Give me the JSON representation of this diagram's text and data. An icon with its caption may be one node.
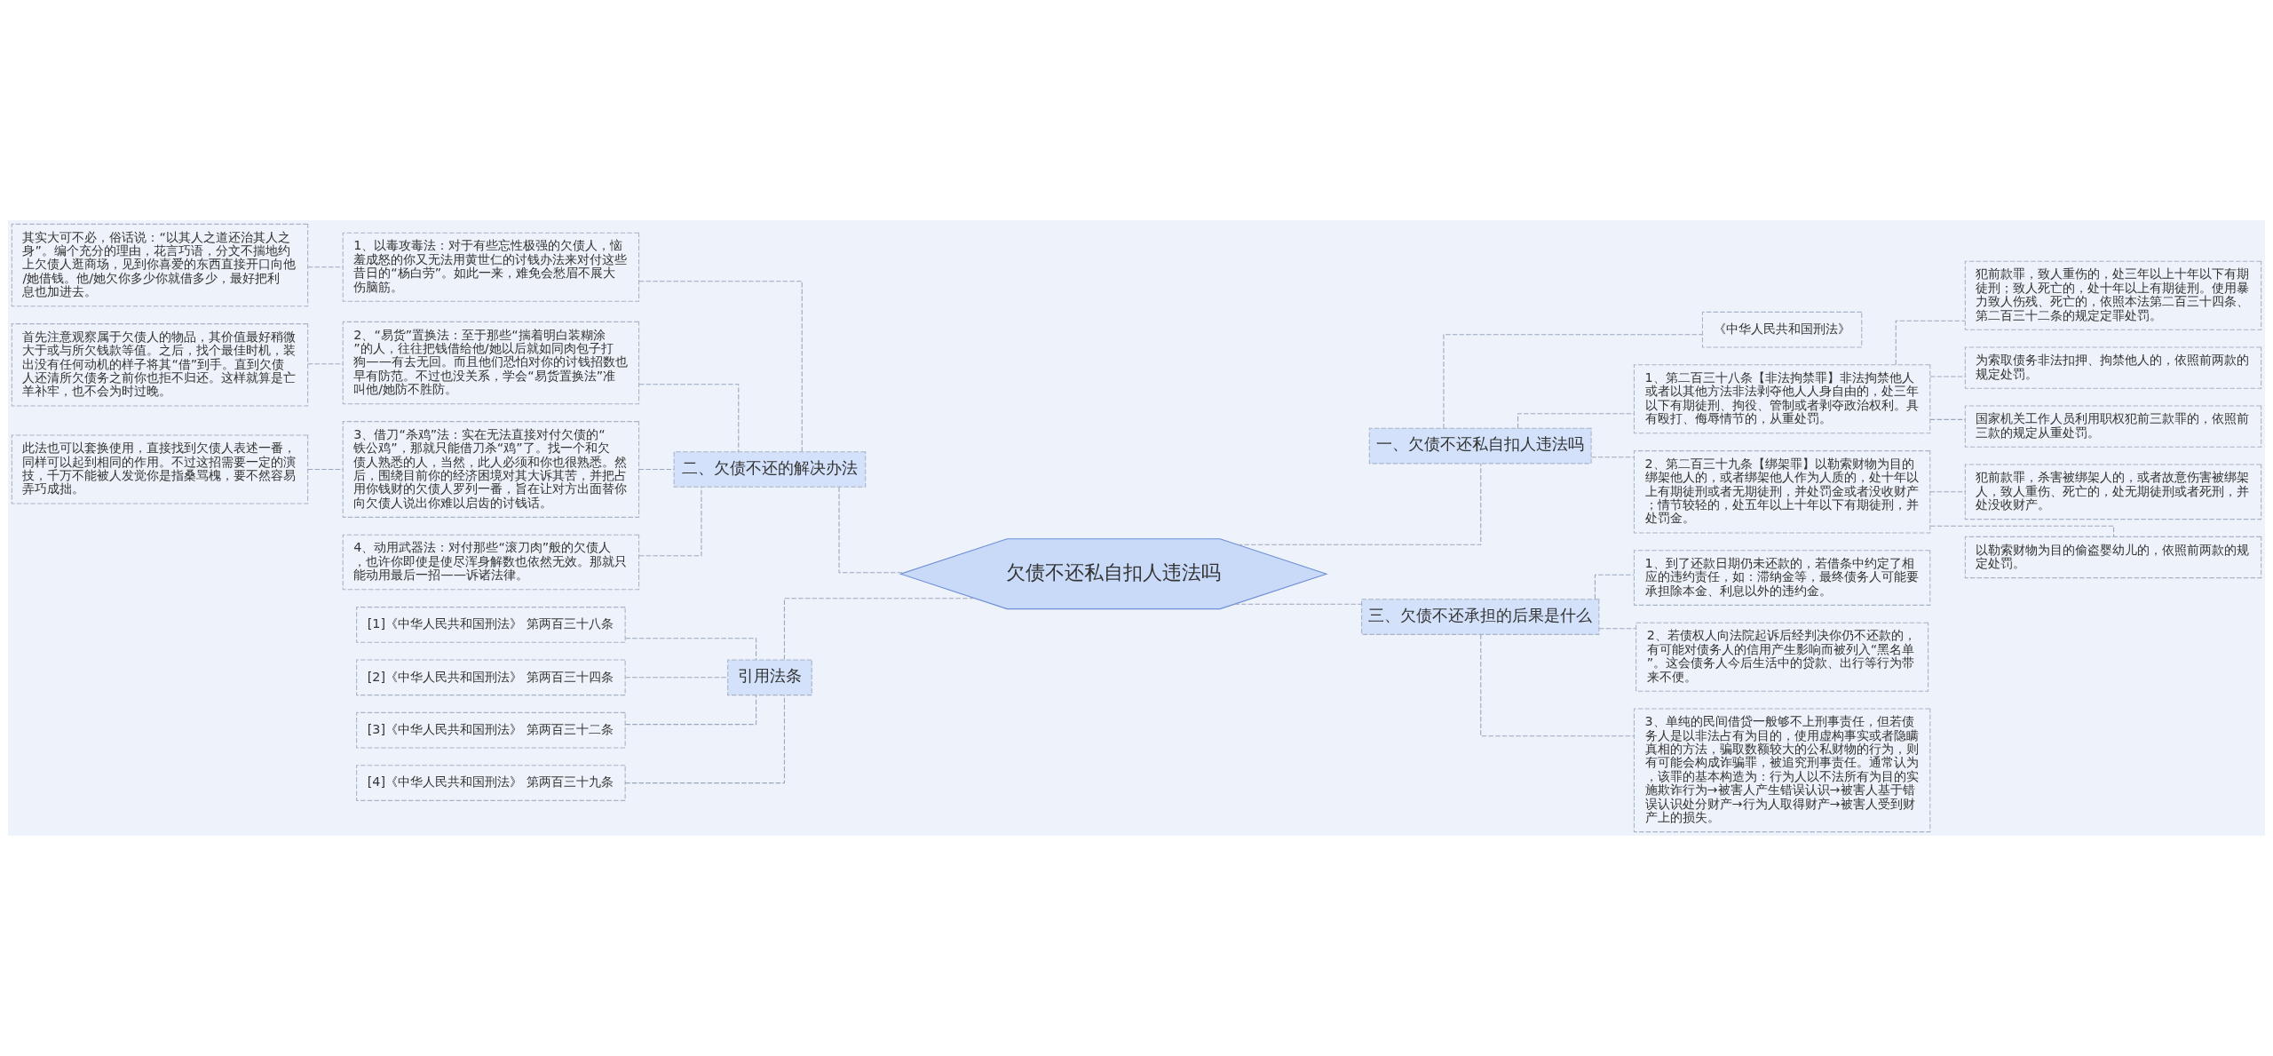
{
  "diagram": {
    "nodes": [
      {
        "text": [
          "欠债不还私自扣人违法吗"
        ]
      },
      {
        "text": [
          "一、欠债不还私自扣人违法吗"
        ]
      },
      {
        "text": [
          "《中华人民共和国刑法》"
        ]
      },
      {
        "text": [
          "1、第二百三十八条【非法拘禁罪】非法拘禁他人或者以其他方法非法剥夺他人人身自由的，处三年以下有期徒刑、拘役、管制或者剥夺政治权利。具有殴打、侮辱情节的，从重处罚。"
        ]
      },
      {
        "text": [
          "犯前款罪，致人重伤的，处三年以上十年以下有期徒刑；致人死亡的，处十年以上有期徒刑。使用暴力致人伤残、死亡的，依照本法第二百三十四条、第二百三十二条的规定定罪处罚。"
        ]
      },
      {
        "text": [
          "为索取债务非法扣押、拘禁他人的，依照前两款的规定处罚。"
        ]
      },
      {
        "text": [
          "国家机关工作人员利用职权犯前三款罪的，依照前三款的规定从重处罚。"
        ]
      },
      {
        "text": [
          "2、第二百三十九条【绑架罪】以勒索财物为目的绑架他人的，或者绑架他人作为人质的，处十年以上有期徒刑或者无期徒刑，并处罚金或者没收财产；情节较轻的，处五年以上十年以下有期徒刑，并处罚金。"
        ]
      },
      {
        "text": [
          "犯前款罪，杀害被绑架人的，或者故意伤害被绑架人，致人重伤、死亡的，处无期徒刑或者死刑，并处没收财产。"
        ]
      },
      {
        "text": [
          "以勒索财物为目的偷盗婴幼儿的，依照前两款的规定处罚。"
        ]
      },
      {
        "text": [
          "三、欠债不还承担的后果是什么"
        ]
      },
      {
        "text": [
          "1、到了还款日期仍未还款的，若借条中约定了相应的违约责任，如：滞纳金等，最终债务人可能要承担除本金、利息以外的违约金。"
        ]
      },
      {
        "text": [
          "2、若债权人向法院起诉后经判决你仍不还款的，有可能对债务人的信用产生影响而被列入“黑名单”。这会债务人今后生活中的贷款、出行等行为带来不便。"
        ]
      },
      {
        "text": [
          "3、单纯的民间借贷一般够不上刑事责任，但若债务人是以非法占有为目的，使用虚构事实或者隐瞒真相的方法，骗取数额较大的公私财物的行为，则有可能会构成诈骗罪，被追究刑事责任。通常认为，该罪的基本构造为：行为人以不法所有为目的实施欺诈行为→被害人产生错误认识→被害人基于错误认识处分财产→行为人取得财产→被害人受到财产上的损失。"
        ]
      },
      {
        "text": [
          "二、欠债不还的解决办法"
        ]
      },
      {
        "text": [
          "1、以毒攻毒法：对于有些忘性极强的欠债人，恼羞成怒的你又无法用黄世仁的讨钱办法来对付这些昔日的“杨白劳”。如此一来，难免会愁眉不展大伤脑筋。"
        ]
      },
      {
        "text": [
          "其实大可不必，俗话说：“以其人之道还治其人之身”。编个充分的理由，花言巧语，分文不揣地约上欠债人逛商场，见到你喜爱的东西直接开口向他/她借钱。他/她欠你多少你就借多少，最好把利息也加进去。"
        ]
      },
      {
        "text": [
          "2、“易货”置换法：至于那些“揣着明白装糊涂”的人，往往把钱借给他/她以后就如同肉包子打狗——有去无回。而且他们恐怕对你的讨钱招数也早有防范。不过也没关系，学会“易货置换法”准叫他/她防不胜防。"
        ]
      },
      {
        "text": [
          "首先注意观察属于欠债人的物品，其价值最好稍微大于或与所欠钱款等值。之后，找个最佳时机，装出没有任何动机的样子将其“借”到手。直到欠债人还清所欠债务之前你也拒不归还。这样就算是亡羊补牢，也不会为时过晚。"
        ]
      },
      {
        "text": [
          "3、借刀“杀鸡”法：实在无法直接对付欠债的“铁公鸡”，那就只能借刀杀“鸡”了。找一个和欠债人熟悉的人，当然，此人必须和你也很熟悉。然后，围绕目前你的经济困境对其大诉其苦，并把占用你钱财的欠债人罗列一番，旨在让对方出面替你向欠债人说出你难以启齿的讨钱话。"
        ]
      },
      {
        "text": [
          "此法也可以套换使用，直接找到欠债人表述一番，同样可以起到相同的作用。不过这招需要一定的演技，千万不能被人发觉你是指桑骂槐，要不然容易弄巧成拙。"
        ]
      },
      {
        "text": [
          "4、动用武器法：对付那些“滚刀肉”般的欠债人，也许你即使是使尽浑身解数也依然无效。那就只能动用最后一招——诉诸法律。"
        ]
      },
      {
        "text": [
          "引用法条"
        ]
      },
      {
        "text": [
          "[1]《中华人民共和国刑法》 第两百三十八条"
        ]
      },
      {
        "text": [
          "[2]《中华人民共和国刑法》 第两百三十四条"
        ]
      },
      {
        "text": [
          "[3]《中华人民共和国刑法》 第两百三十二条"
        ]
      },
      {
        "text": [
          "[4]《中华人民共和国刑法》 第两百三十九条"
        ]
      }
    ],
    "edges": [
      {
        "from": 0,
        "to": 1,
        "arrow": "none",
        "style": "dashed"
      },
      {
        "from": 1,
        "to": 2,
        "arrow": "none",
        "style": "dashed"
      },
      {
        "from": 1,
        "to": 3,
        "arrow": "none",
        "style": "dashed"
      },
      {
        "from": 3,
        "to": 4,
        "arrow": "none",
        "style": "dashed"
      },
      {
        "from": 3,
        "to": 5,
        "arrow": "none",
        "style": "dashed"
      },
      {
        "from": 3,
        "to": 6,
        "arrow": "none",
        "style": "dashed"
      },
      {
        "from": 1,
        "to": 7,
        "arrow": "none",
        "style": "dashed"
      },
      {
        "from": 7,
        "to": 8,
        "arrow": "none",
        "style": "dashed"
      },
      {
        "from": 7,
        "to": 9,
        "arrow": "none",
        "style": "dashed"
      },
      {
        "from": 0,
        "to": 10,
        "arrow": "none",
        "style": "dashed"
      },
      {
        "from": 10,
        "to": 11,
        "arrow": "none",
        "style": "dashed"
      },
      {
        "from": 10,
        "to": 12,
        "arrow": "none",
        "style": "dashed"
      },
      {
        "from": 10,
        "to": 13,
        "arrow": "none",
        "style": "dashed"
      },
      {
        "from": 0,
        "to": 14,
        "arrow": "none",
        "style": "dashed"
      },
      {
        "from": 14,
        "to": 15,
        "arrow": "none",
        "style": "dashed"
      },
      {
        "from": 15,
        "to": 16,
        "arrow": "none",
        "style": "dashed"
      },
      {
        "from": 14,
        "to": 17,
        "arrow": "none",
        "style": "dashed"
      },
      {
        "from": 17,
        "to": 18,
        "arrow": "none",
        "style": "dashed"
      },
      {
        "from": 14,
        "to": 19,
        "arrow": "none",
        "style": "dashed"
      },
      {
        "from": 19,
        "to": 20,
        "arrow": "none",
        "style": "dashed"
      },
      {
        "from": 14,
        "to": 21,
        "arrow": "none",
        "style": "dashed"
      },
      {
        "from": 0,
        "to": 22,
        "arrow": "none",
        "style": "dashed"
      },
      {
        "from": 22,
        "to": 23,
        "arrow": "none",
        "style": "dashed"
      },
      {
        "from": 22,
        "to": 24,
        "arrow": "none",
        "style": "dashed"
      },
      {
        "from": 22,
        "to": 25,
        "arrow": "none",
        "style": "dashed"
      },
      {
        "from": 22,
        "to": 26,
        "arrow": "none",
        "style": "dashed"
      }
    ]
  }
}
